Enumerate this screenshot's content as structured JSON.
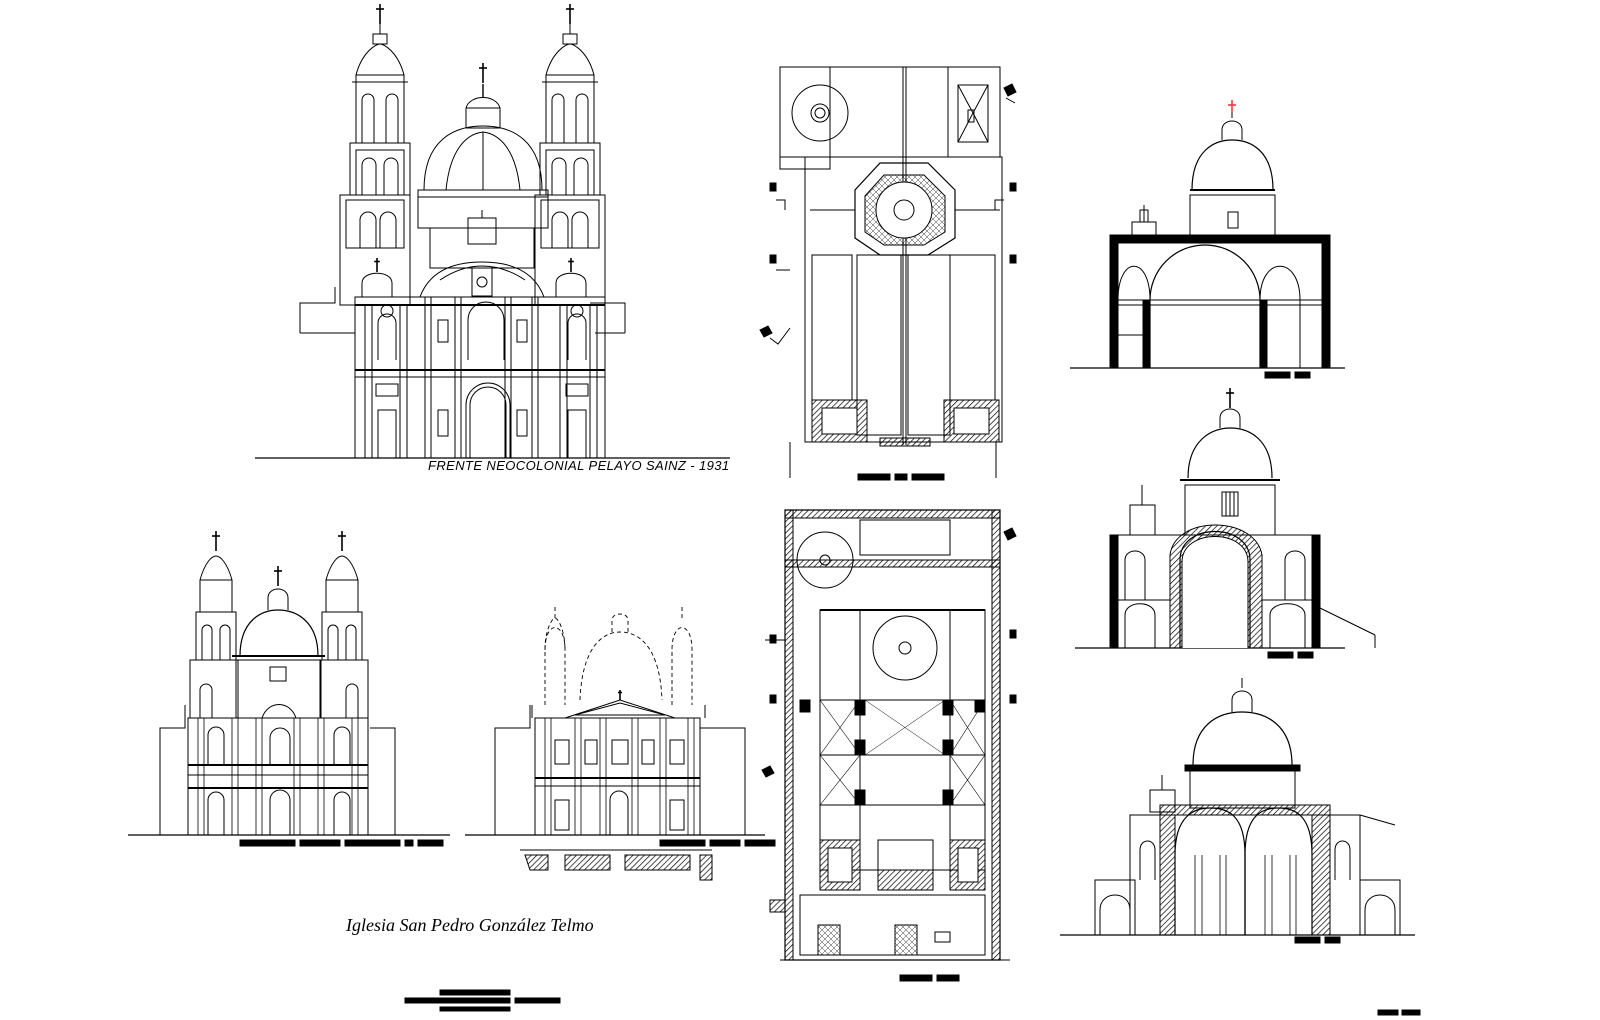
{
  "drawing": {
    "front_caption": "FRENTE NEOCOLONIAL PELAYO SAINZ - 1931",
    "church_caption": "Iglesia San Pedro González Telmo"
  },
  "colors": {
    "line": "#000000",
    "background": "#ffffff",
    "north_marker_accent": "#e8302a"
  },
  "views": [
    "neocolonial-front-elevation",
    "upper-floor-plan",
    "section-a",
    "section-b",
    "section-c",
    "front-elevation-small",
    "original-front-elevation",
    "ground-floor-plan"
  ]
}
